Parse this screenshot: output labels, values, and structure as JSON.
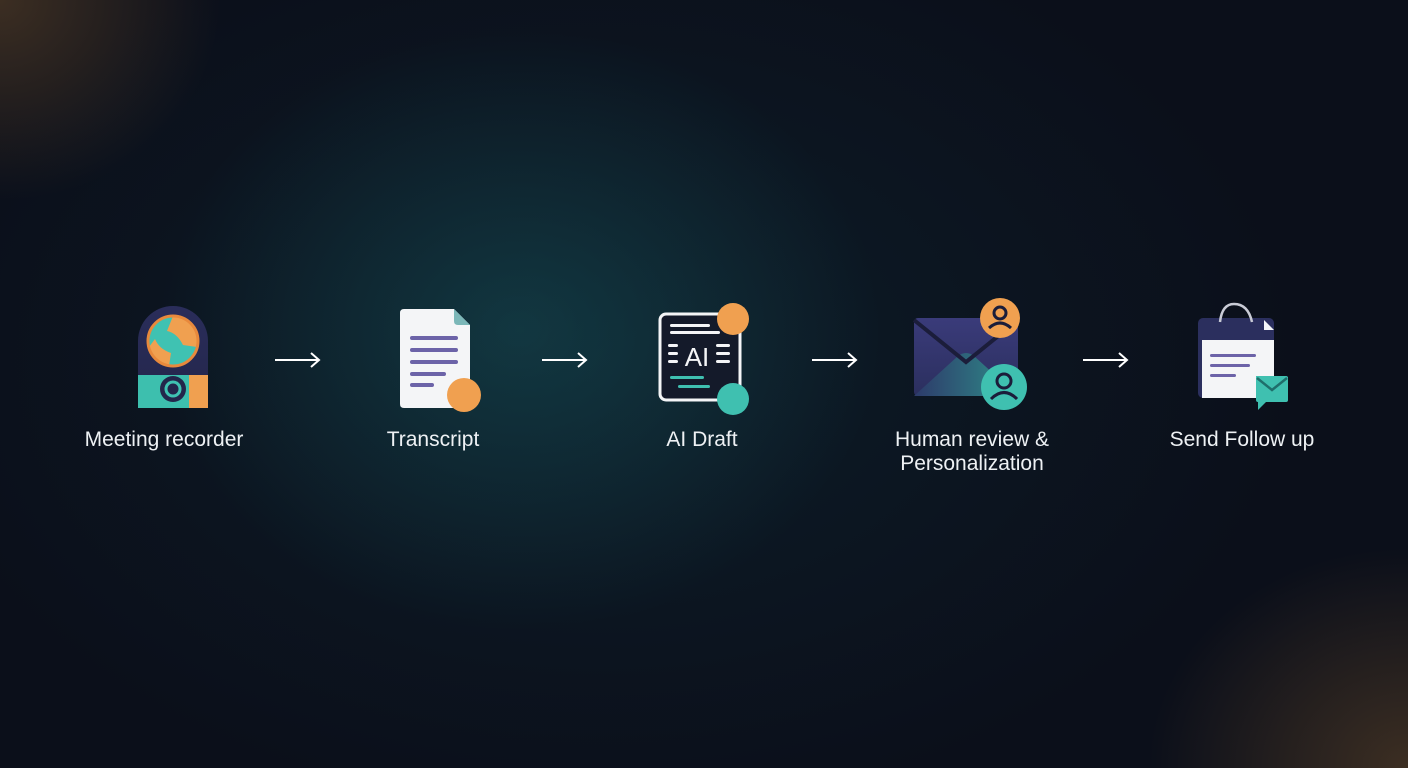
{
  "steps": [
    {
      "label": "Meeting recorder",
      "icon": "meeting-recorder-icon"
    },
    {
      "label": "Transcript",
      "icon": "document-icon"
    },
    {
      "label": "AI Draft",
      "icon": "ai-document-icon",
      "icon_text": "AI"
    },
    {
      "label_lines": [
        "Human review &",
        "Personalization"
      ],
      "icon": "envelope-users-icon"
    },
    {
      "label": "Send Follow up",
      "icon": "calendar-message-icon"
    }
  ],
  "colors": {
    "orange": "#f0a050",
    "teal": "#3fc0b0",
    "purple": "#6c63a8",
    "navy": "#2b2f5e",
    "text": "#eef1f4"
  }
}
